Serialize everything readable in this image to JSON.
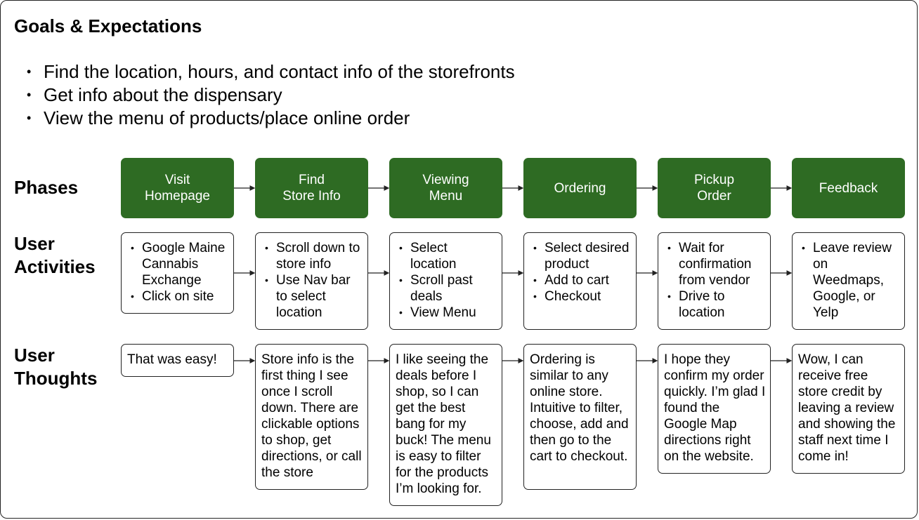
{
  "title": "Goals & Expectations",
  "goals": [
    "Find the location, hours, and contact info of the storefronts",
    "Get info about the dispensary",
    "View the menu of products/place online order"
  ],
  "row_labels": {
    "phases": "Phases",
    "activities": "User\nActivities",
    "thoughts": "User\nThoughts"
  },
  "colors": {
    "phase_fill": "#2e6b23",
    "phase_text": "#ffffff",
    "border": "#222222"
  },
  "phases": [
    "Visit\nHomepage",
    "Find\nStore Info",
    "Viewing\nMenu",
    "Ordering",
    "Pickup\nOrder",
    "Feedback"
  ],
  "activities": [
    [
      "Google Maine Cannabis Exchange",
      "Click on site"
    ],
    [
      "Scroll down to store info",
      "Use Nav bar to select location"
    ],
    [
      "Select location",
      "Scroll past deals",
      "View Menu"
    ],
    [
      "Select desired product",
      "Add to cart",
      "Checkout"
    ],
    [
      "Wait for confirmation from vendor",
      "Drive to location"
    ],
    [
      "Leave review on Weedmaps, Google, or Yelp"
    ]
  ],
  "thoughts": [
    "That was easy!",
    "Store info is the first thing I see once I scroll down. There are clickable options to shop, get directions, or call the store",
    "I like seeing the deals before I shop, so I can get the best bang for my buck! The menu is easy to filter for the products I’m looking for.",
    "Ordering is similar to any online store. Intuitive to filter, choose, add and then go to the cart to checkout.",
    "I hope they confirm my order quickly. I’m glad I found the Google Map directions right on the website.",
    "Wow, I can receive free store credit by leaving a review and showing the staff next time I come in!"
  ]
}
